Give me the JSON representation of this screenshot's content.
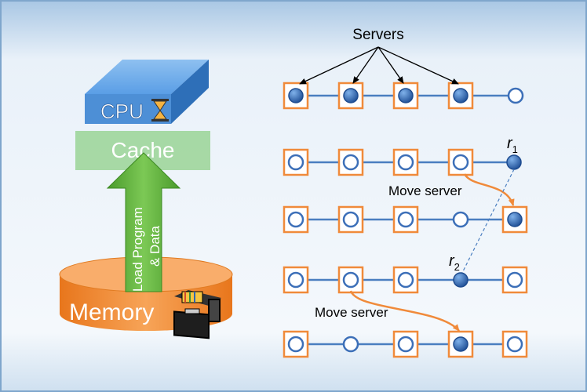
{
  "left": {
    "cpu_label": "CPU",
    "cache_label": "Cache",
    "arrow_label_line1": "Load Program",
    "arrow_label_line2": "& Data",
    "memory_label": "Memory"
  },
  "right": {
    "servers_label": "Servers",
    "move_server_label_1": "Move server",
    "move_server_label_2": "Move server",
    "request_1": {
      "base": "r",
      "sub": "1"
    },
    "request_2": {
      "base": "r",
      "sub": "2"
    }
  },
  "colors": {
    "background": "#cfe0f0",
    "line": "#4a7ec0",
    "server_box": "#f08a3a",
    "node_filled": "#2f66b0",
    "cpu": "#4d8fd6",
    "cache": "#8fcf8f",
    "arrow": "#5aab3a",
    "memory": "#f0842c"
  }
}
